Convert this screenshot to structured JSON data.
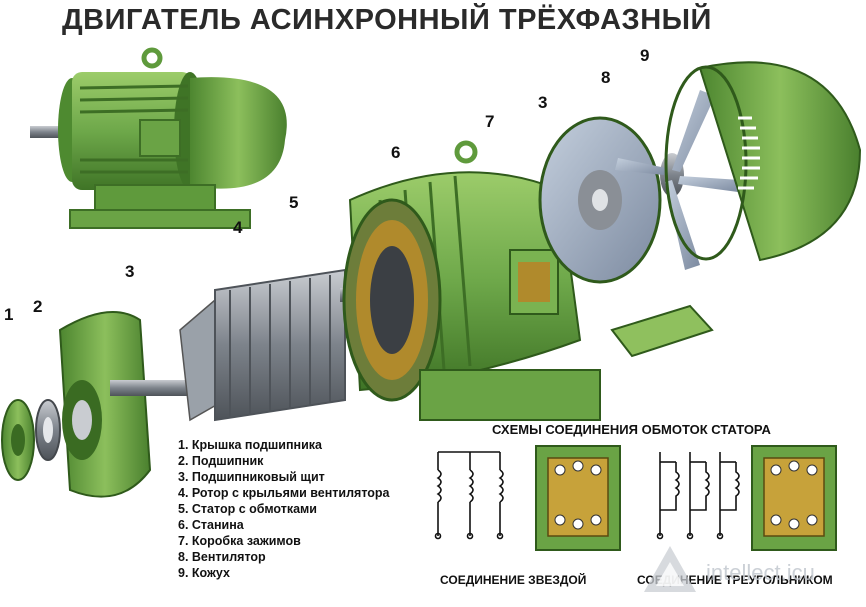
{
  "title": "ДВИГАТЕЛЬ АСИНХРОННЫЙ ТРЁХФАЗНЫЙ",
  "callouts": [
    "1",
    "2",
    "3",
    "3",
    "4",
    "5",
    "6",
    "7",
    "8",
    "9"
  ],
  "legend": [
    "1. Крышка подшипника",
    "2. Подшипник",
    "3. Подшипниковый щит",
    "4. Ротор с крыльями вентилятора",
    "5. Статор с обмотками",
    "6. Станина",
    "7. Коробка зажимов",
    "8. Вентилятор",
    "9. Кожух"
  ],
  "schemes": {
    "title": "СХЕМЫ СОЕДИНЕНИЯ ОБМОТОК СТАТОРА",
    "star_caption": "СОЕДИНЕНИЕ ЗВЕЗДОЙ",
    "delta_caption": "СОЕДИНЕНИЕ ТРЕУГОЛЬНИКОМ"
  },
  "watermark": "intellect.icu",
  "colors": {
    "body_green": "#5f9a3c",
    "light_green": "#8fc05e",
    "dark_green": "#3a6b22",
    "steel": "#8a8f96",
    "copper": "#b08a2c",
    "fan_blue": "#9aa8bd"
  }
}
